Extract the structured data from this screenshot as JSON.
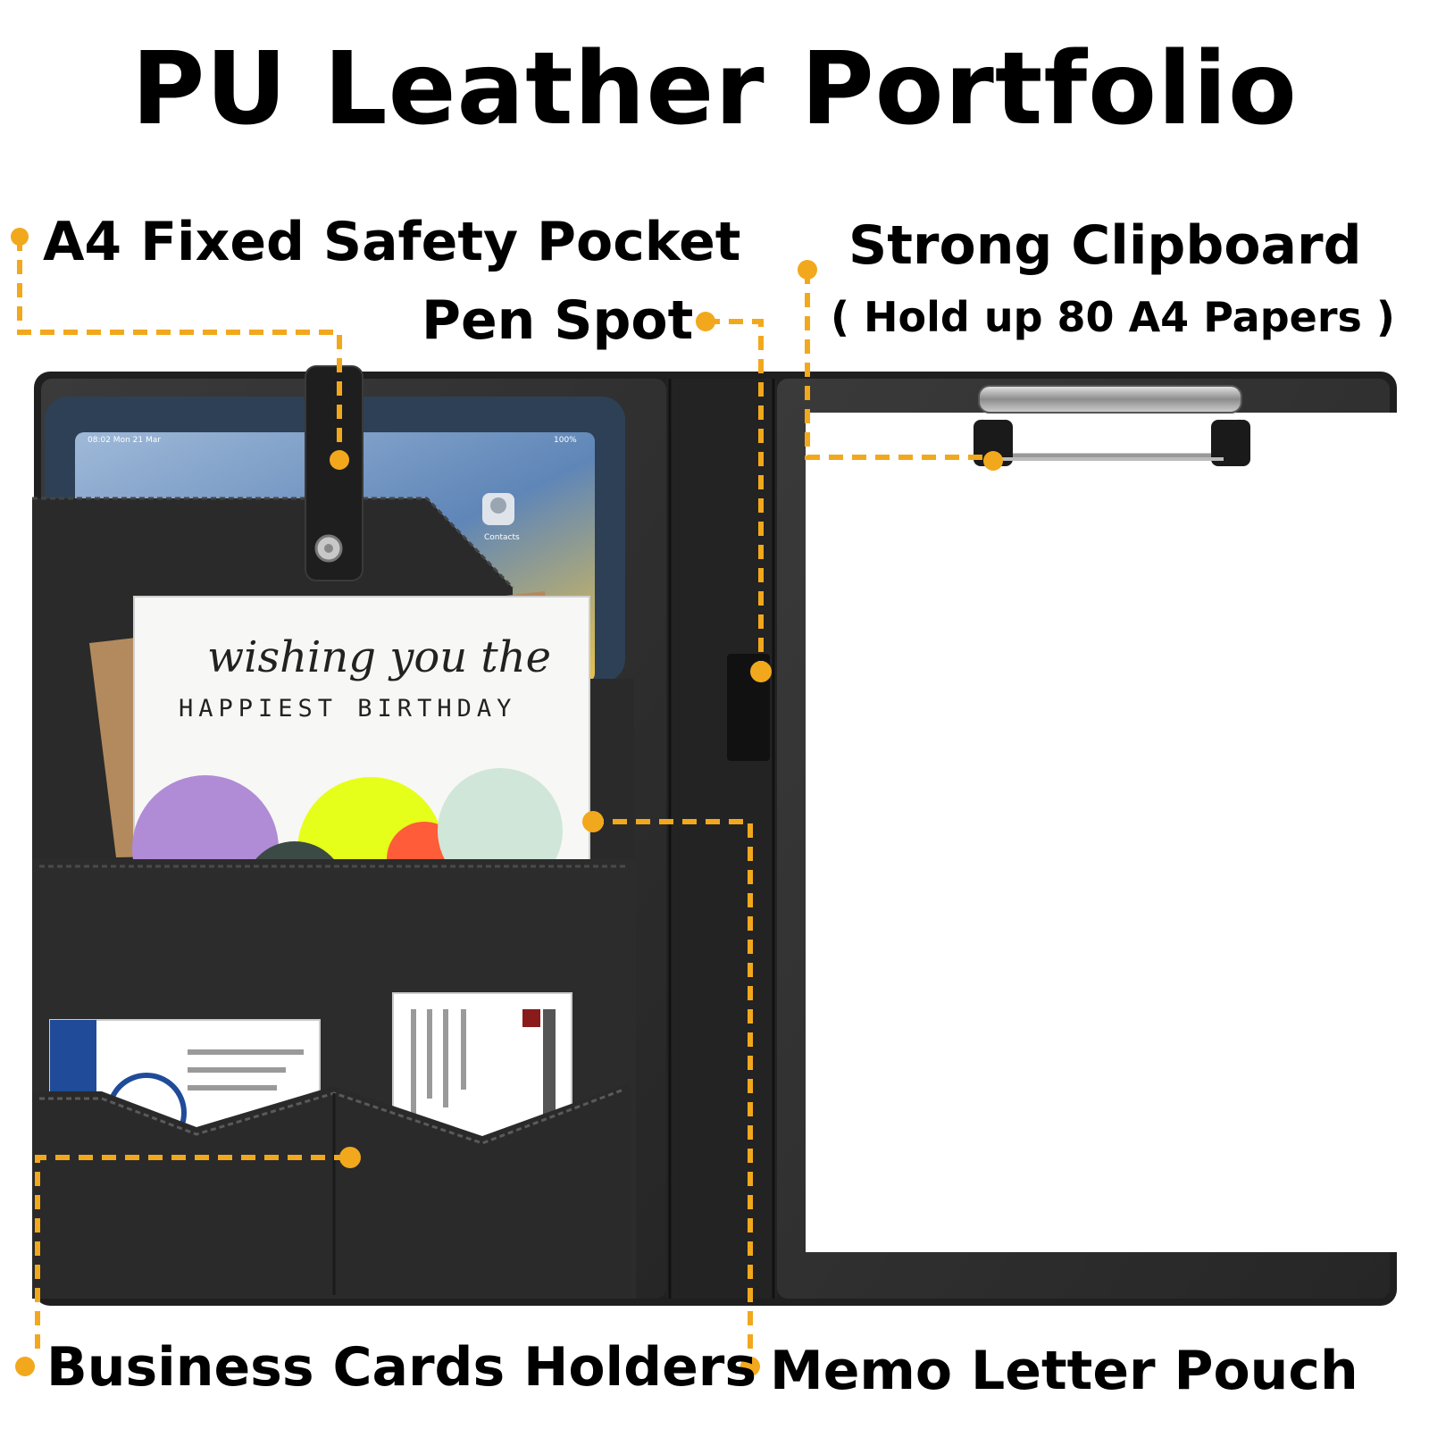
{
  "title": "PU Leather Portfolio",
  "labels": {
    "a4_pocket": "A4 Fixed Safety Pocket",
    "pen_spot": "Pen Spot",
    "clipboard": "Strong Clipboard",
    "clipboard_note": "( Hold up 80 A4 Papers )",
    "business_cards": "Business Cards Holders",
    "memo_pouch": "Memo Letter Pouch"
  },
  "card": {
    "script_line": "wishing you the",
    "caps_line": "HAPPIEST BIRTHDAY"
  },
  "colors": {
    "accent": "#F2A81D",
    "leather": "#2b2b2b",
    "leather_dark": "#1c1c1c",
    "paper": "#ffffff"
  }
}
